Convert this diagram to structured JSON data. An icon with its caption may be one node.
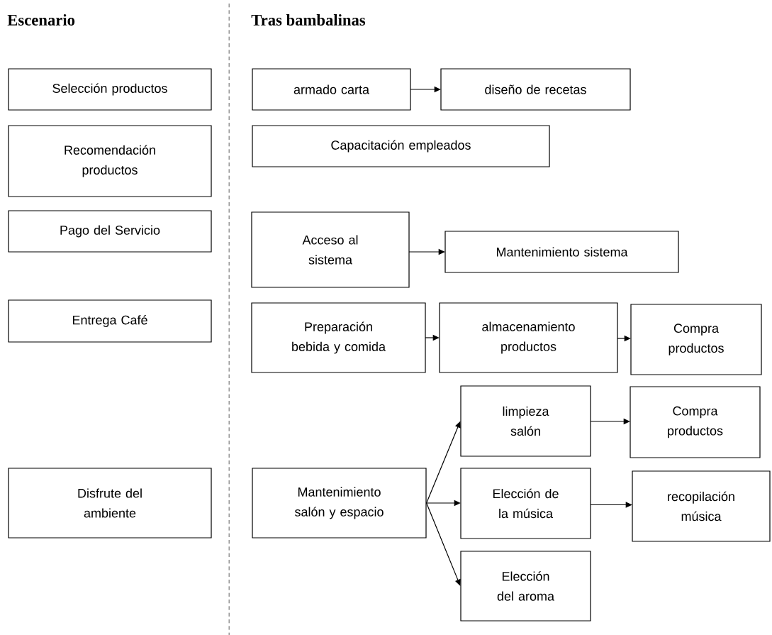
{
  "diagram": {
    "nodes": [
      {
        "text": [
          "Selección productos"
        ]
      },
      {
        "text": [
          "Recomendación productos"
        ]
      },
      {
        "text": [
          "Pago del Servicio"
        ]
      },
      {
        "text": [
          "Entrega Café"
        ]
      },
      {
        "text": [
          "Disfrute del ambiente"
        ]
      },
      {
        "text": [
          "armado carta"
        ]
      },
      {
        "text": [
          "diseño de recetas"
        ]
      },
      {
        "text": [
          "Capacitación empleados"
        ]
      },
      {
        "text": [
          "Acceso al sistema"
        ]
      },
      {
        "text": [
          "Mantenimiento sistema"
        ]
      },
      {
        "text": [
          "Preparación bebida y comida"
        ]
      },
      {
        "text": [
          "almacenamiento productos"
        ]
      },
      {
        "text": [
          "Compra productos"
        ]
      },
      {
        "text": [
          "limpieza salón"
        ]
      },
      {
        "text": [
          "Compra productos"
        ]
      },
      {
        "text": [
          "Mantenimiento salón y espacio"
        ]
      },
      {
        "text": [
          "Elección de la música"
        ]
      },
      {
        "text": [
          "recopilación música"
        ]
      },
      {
        "text": [
          "Elección del aroma"
        ]
      }
    ],
    "edges": [
      {
        "from": 5,
        "to": 6,
        "arrow": "to"
      },
      {
        "from": 8,
        "to": 9,
        "arrow": "to"
      },
      {
        "from": 10,
        "to": 11,
        "arrow": "to"
      },
      {
        "from": 11,
        "to": 12,
        "arrow": "to"
      },
      {
        "from": 15,
        "to": 13,
        "arrow": "to"
      },
      {
        "from": 15,
        "to": 16,
        "arrow": "to"
      },
      {
        "from": 15,
        "to": 18,
        "arrow": "to"
      },
      {
        "from": 13,
        "to": 14,
        "arrow": "to"
      },
      {
        "from": 16,
        "to": 17,
        "arrow": "to"
      }
    ],
    "labels": [
      "Escenario",
      "Tras bambalinas"
    ]
  }
}
